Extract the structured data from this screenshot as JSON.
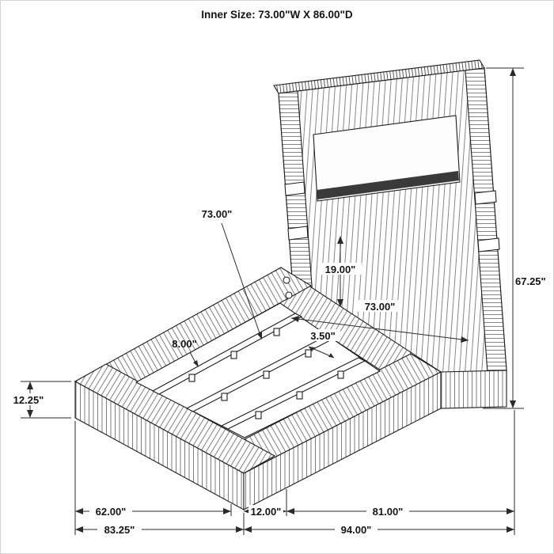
{
  "title": "Inner Size: 73.00\"W X 86.00\"D",
  "dimensions": {
    "slat_length": "73.00\"",
    "headboard_clearance": "19.00\"",
    "overall_height": "67.25\"",
    "inner_width": "73.00\"",
    "side_rail_width": "8.00\"",
    "slat_width": "3.50\"",
    "base_height": "12.25\"",
    "inner_depth_bottom": "62.00\"",
    "footboard_thickness": "12.00\"",
    "inner_width_bottom": "81.00\"",
    "overall_depth": "83.25\"",
    "overall_width": "94.00\""
  }
}
